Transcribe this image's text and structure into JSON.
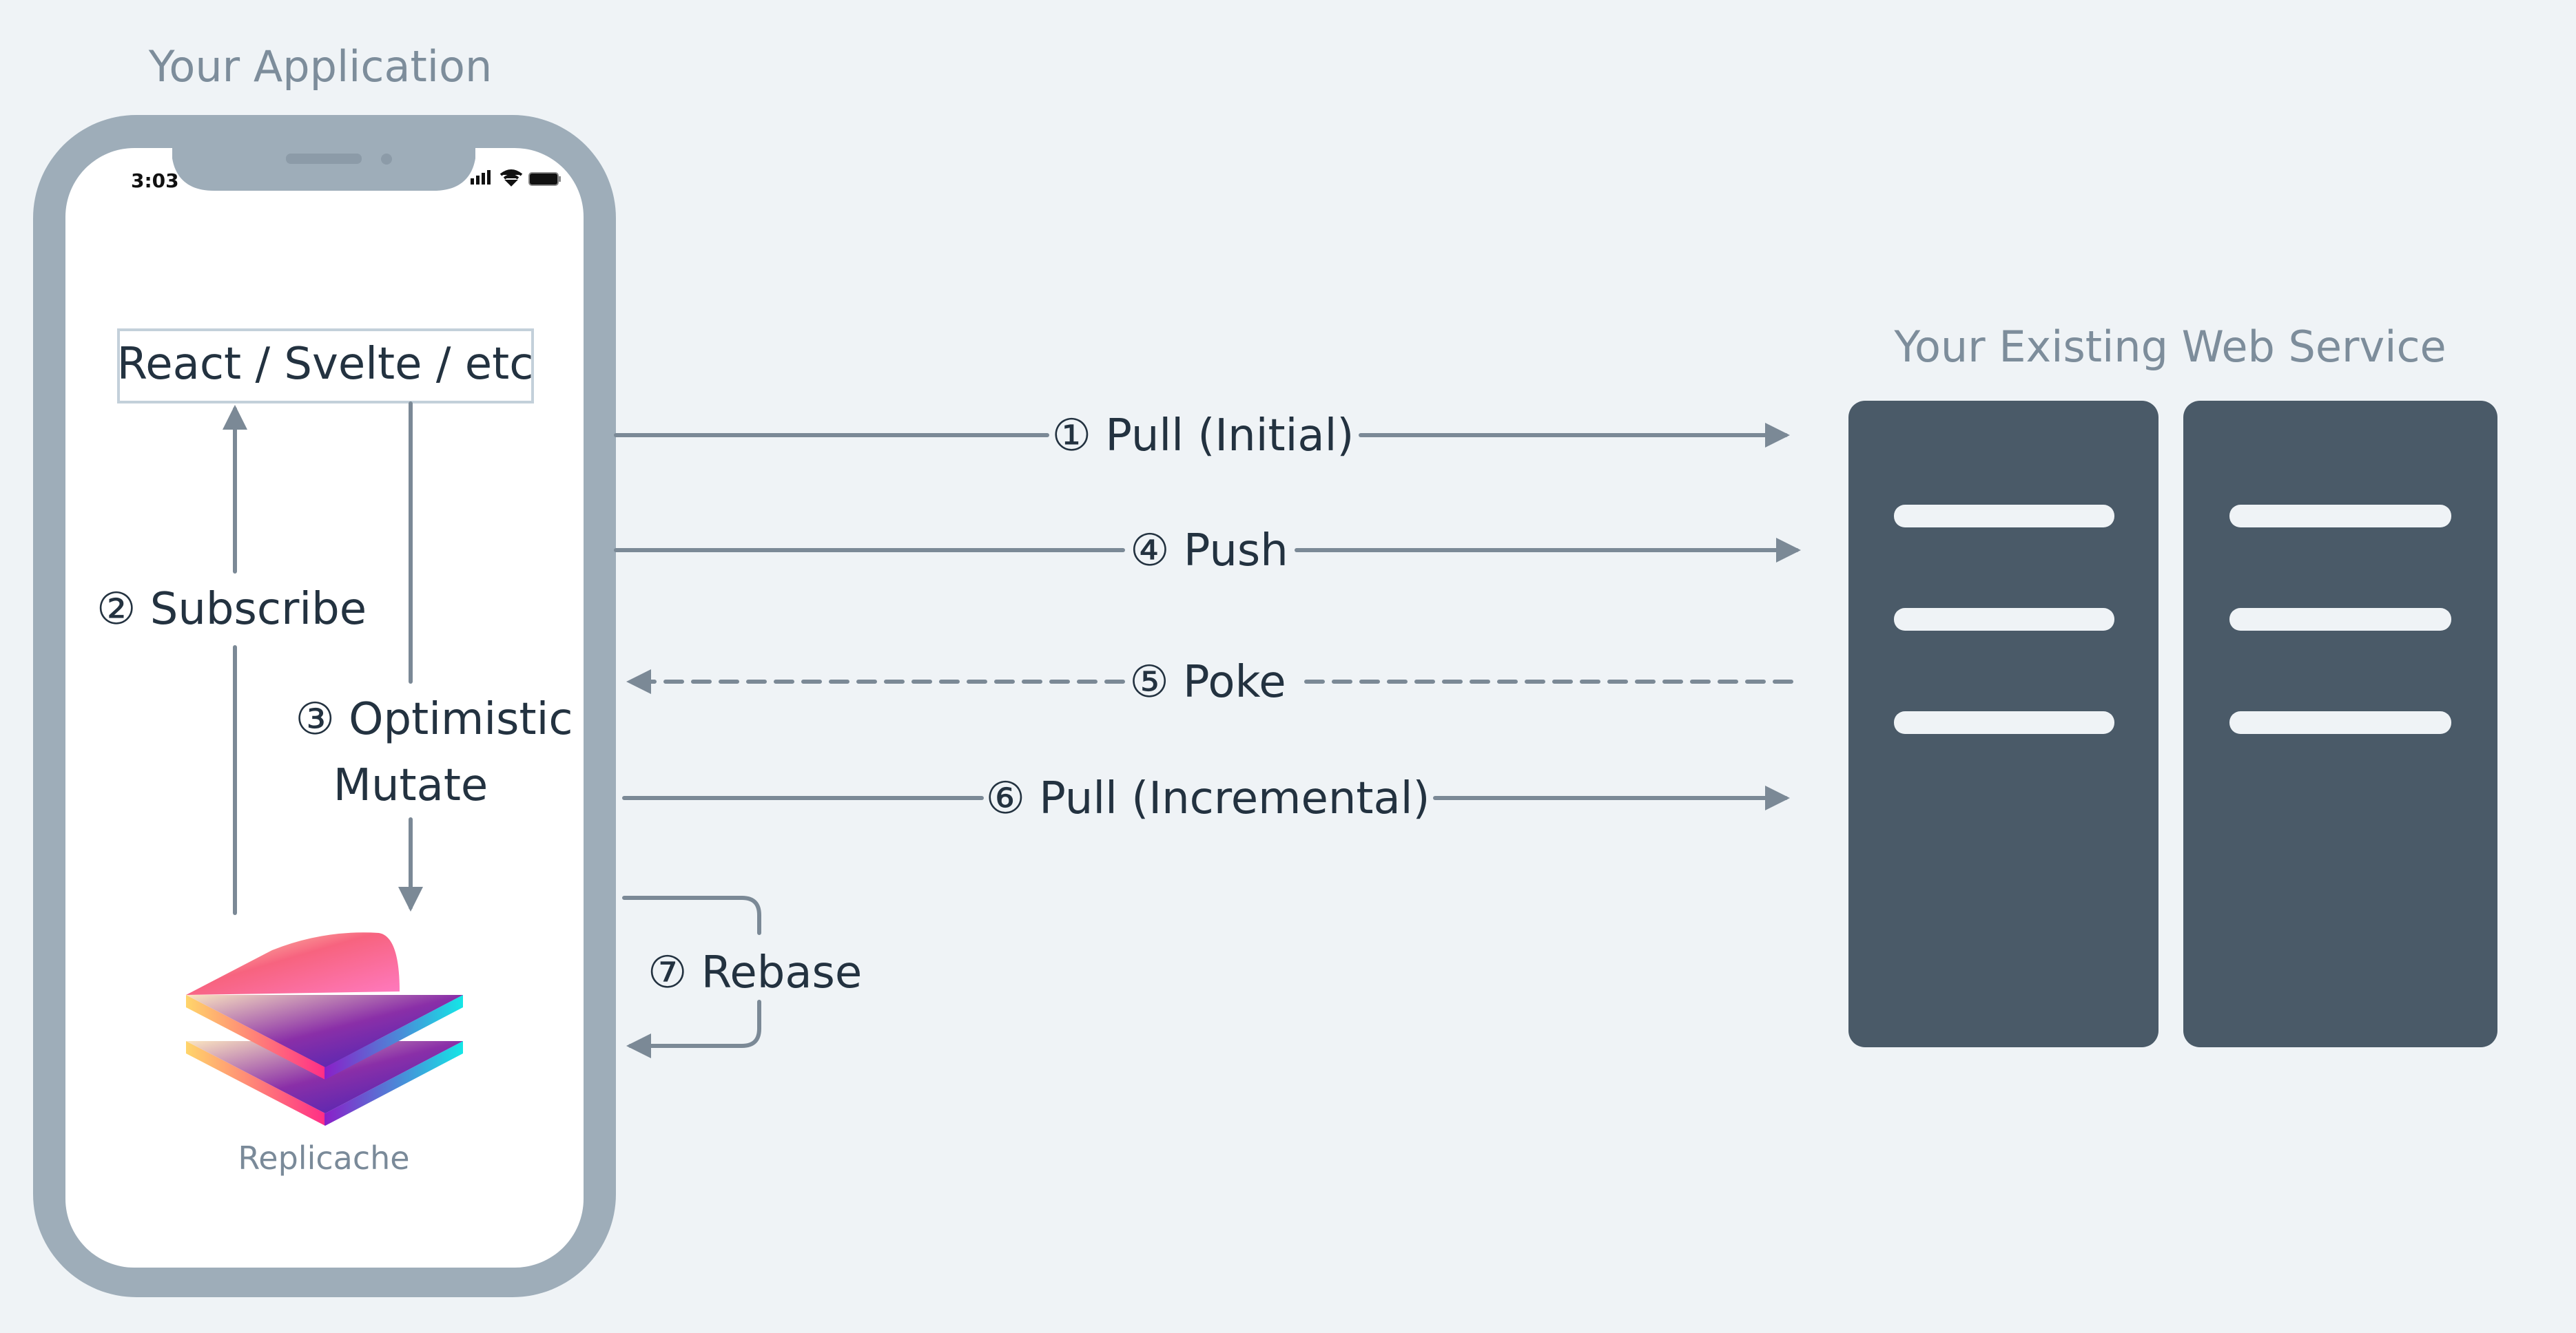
{
  "app_title": "Your Application",
  "service_title": "Your Existing Web Service",
  "phone": {
    "status_time": "3:03",
    "framework_box": "React / Svelte / etc",
    "logo_name": "Replicache",
    "subscribe_label": "② Subscribe",
    "mutate_label_line1": "③ Optimistic",
    "mutate_label_line2": "Mutate"
  },
  "flows": {
    "pull_initial": "① Pull (Initial)",
    "push": "④ Push",
    "poke": "⑤ Poke",
    "pull_incremental": "⑥ Pull (Incremental)",
    "rebase": "⑦ Rebase"
  },
  "colors": {
    "background": "#eff3f6",
    "phone_frame": "#9eadb9",
    "server": "#4a5a68",
    "arrow": "#7b8996"
  }
}
